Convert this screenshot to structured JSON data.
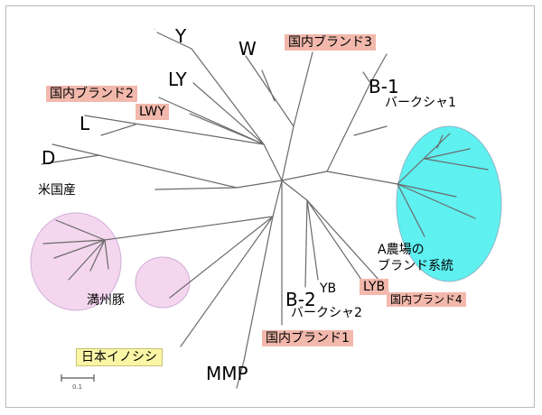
{
  "labels": {
    "Y": "Y",
    "W": "W",
    "brand3": "国内ブランド3",
    "LY": "LY",
    "brand2": "国内ブランド2",
    "LWY": "LWY",
    "L": "L",
    "D": "D",
    "usa": "米国産",
    "B1": "B-1",
    "berkshire1": "バークシャ1",
    "farmA_line1": "A農場の",
    "farmA_line2": "ブランド系統",
    "manchuria": "満州豚",
    "YB": "YB",
    "LYB": "LYB",
    "brand4": "国内ブランド4",
    "B2": "B-2",
    "berkshire2": "バークシャ2",
    "brand1": "国内ブランド1",
    "boar": "日本イノシシ",
    "MMP": "MMP"
  },
  "scale": {
    "label": "0.1"
  },
  "colors": {
    "pink_box": "#f2b8ac",
    "yellow_box": "#fbf6a6",
    "cyan_ellipse": "#5ff0f0",
    "lavender_ellipse": "#f4d6ee"
  }
}
